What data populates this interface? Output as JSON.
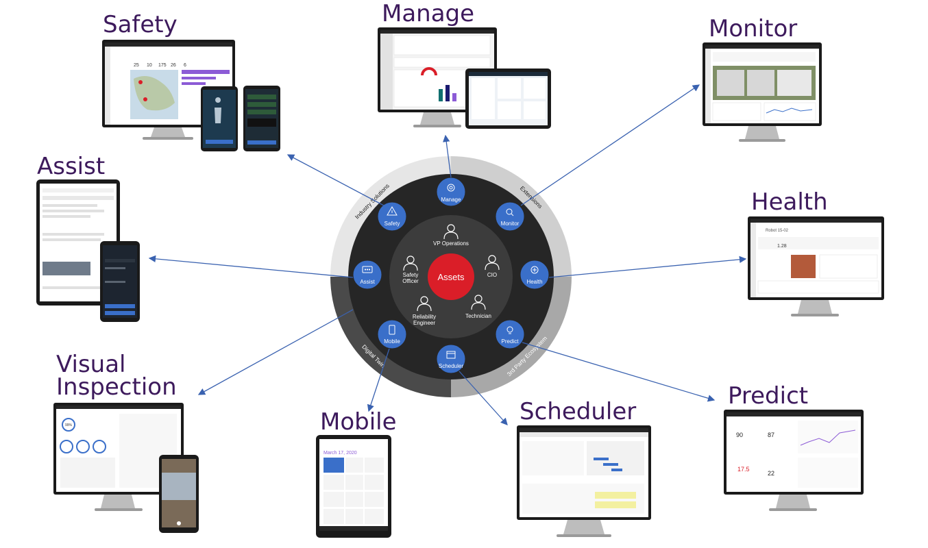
{
  "titles": {
    "safety": "Safety",
    "manage": "Manage",
    "monitor": "Monitor",
    "assist": "Assist",
    "health": "Health",
    "visual_inspection_line1": "Visual",
    "visual_inspection_line2": "Inspection",
    "mobile": "Mobile",
    "scheduler": "Scheduler",
    "predict": "Predict"
  },
  "wheel": {
    "center": "Assets",
    "roles": {
      "vp": "VP Operations",
      "cio": "CIO",
      "safety_officer_1": "Safety",
      "safety_officer_2": "Officer",
      "technician": "Technician",
      "reliability_1": "Reliability",
      "reliability_2": "Engineer"
    },
    "nodes": {
      "manage": "Manage",
      "monitor": "Monitor",
      "health": "Health",
      "predict": "Predict",
      "scheduler": "Scheduler",
      "mobile": "Mobile",
      "assist": "Assist",
      "safety": "Safety"
    },
    "ring_labels": {
      "industry": "Industry Solutions",
      "extensions": "Extensions",
      "third_party": "3rd Party Ecosystem",
      "digital_twin": "Digital Twin"
    }
  },
  "screens": {
    "mobile_date": "March 17, 2020",
    "health_asset": "Robot 15-02",
    "health_score_1": "1.28",
    "predict_value_1": "90",
    "predict_value_2": "87",
    "predict_value_3": "17.5",
    "predict_value_4": "22",
    "vi_percent": "99%",
    "safety_numbers": [
      "25",
      "10",
      "175",
      "26",
      "6"
    ]
  },
  "colors": {
    "title": "#3d1a5c",
    "node_blue": "#3a6fc9",
    "center_red": "#da1e28",
    "wheel_dark": "#262626",
    "wheel_inner": "#3a3a3a",
    "arrow": "#3a62b0",
    "ring_light": "#d0d0d0",
    "ring_mid": "#9a9a9a"
  }
}
